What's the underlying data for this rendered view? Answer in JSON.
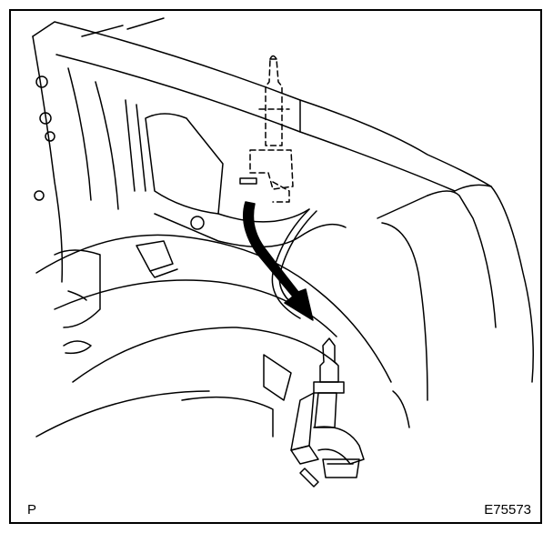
{
  "figure": {
    "corner_label_left": "P",
    "figure_code": "E75573"
  },
  "colors": {
    "line": "#000000",
    "background": "#ffffff"
  },
  "icons": {
    "arrow": "curved-arrow-down"
  }
}
